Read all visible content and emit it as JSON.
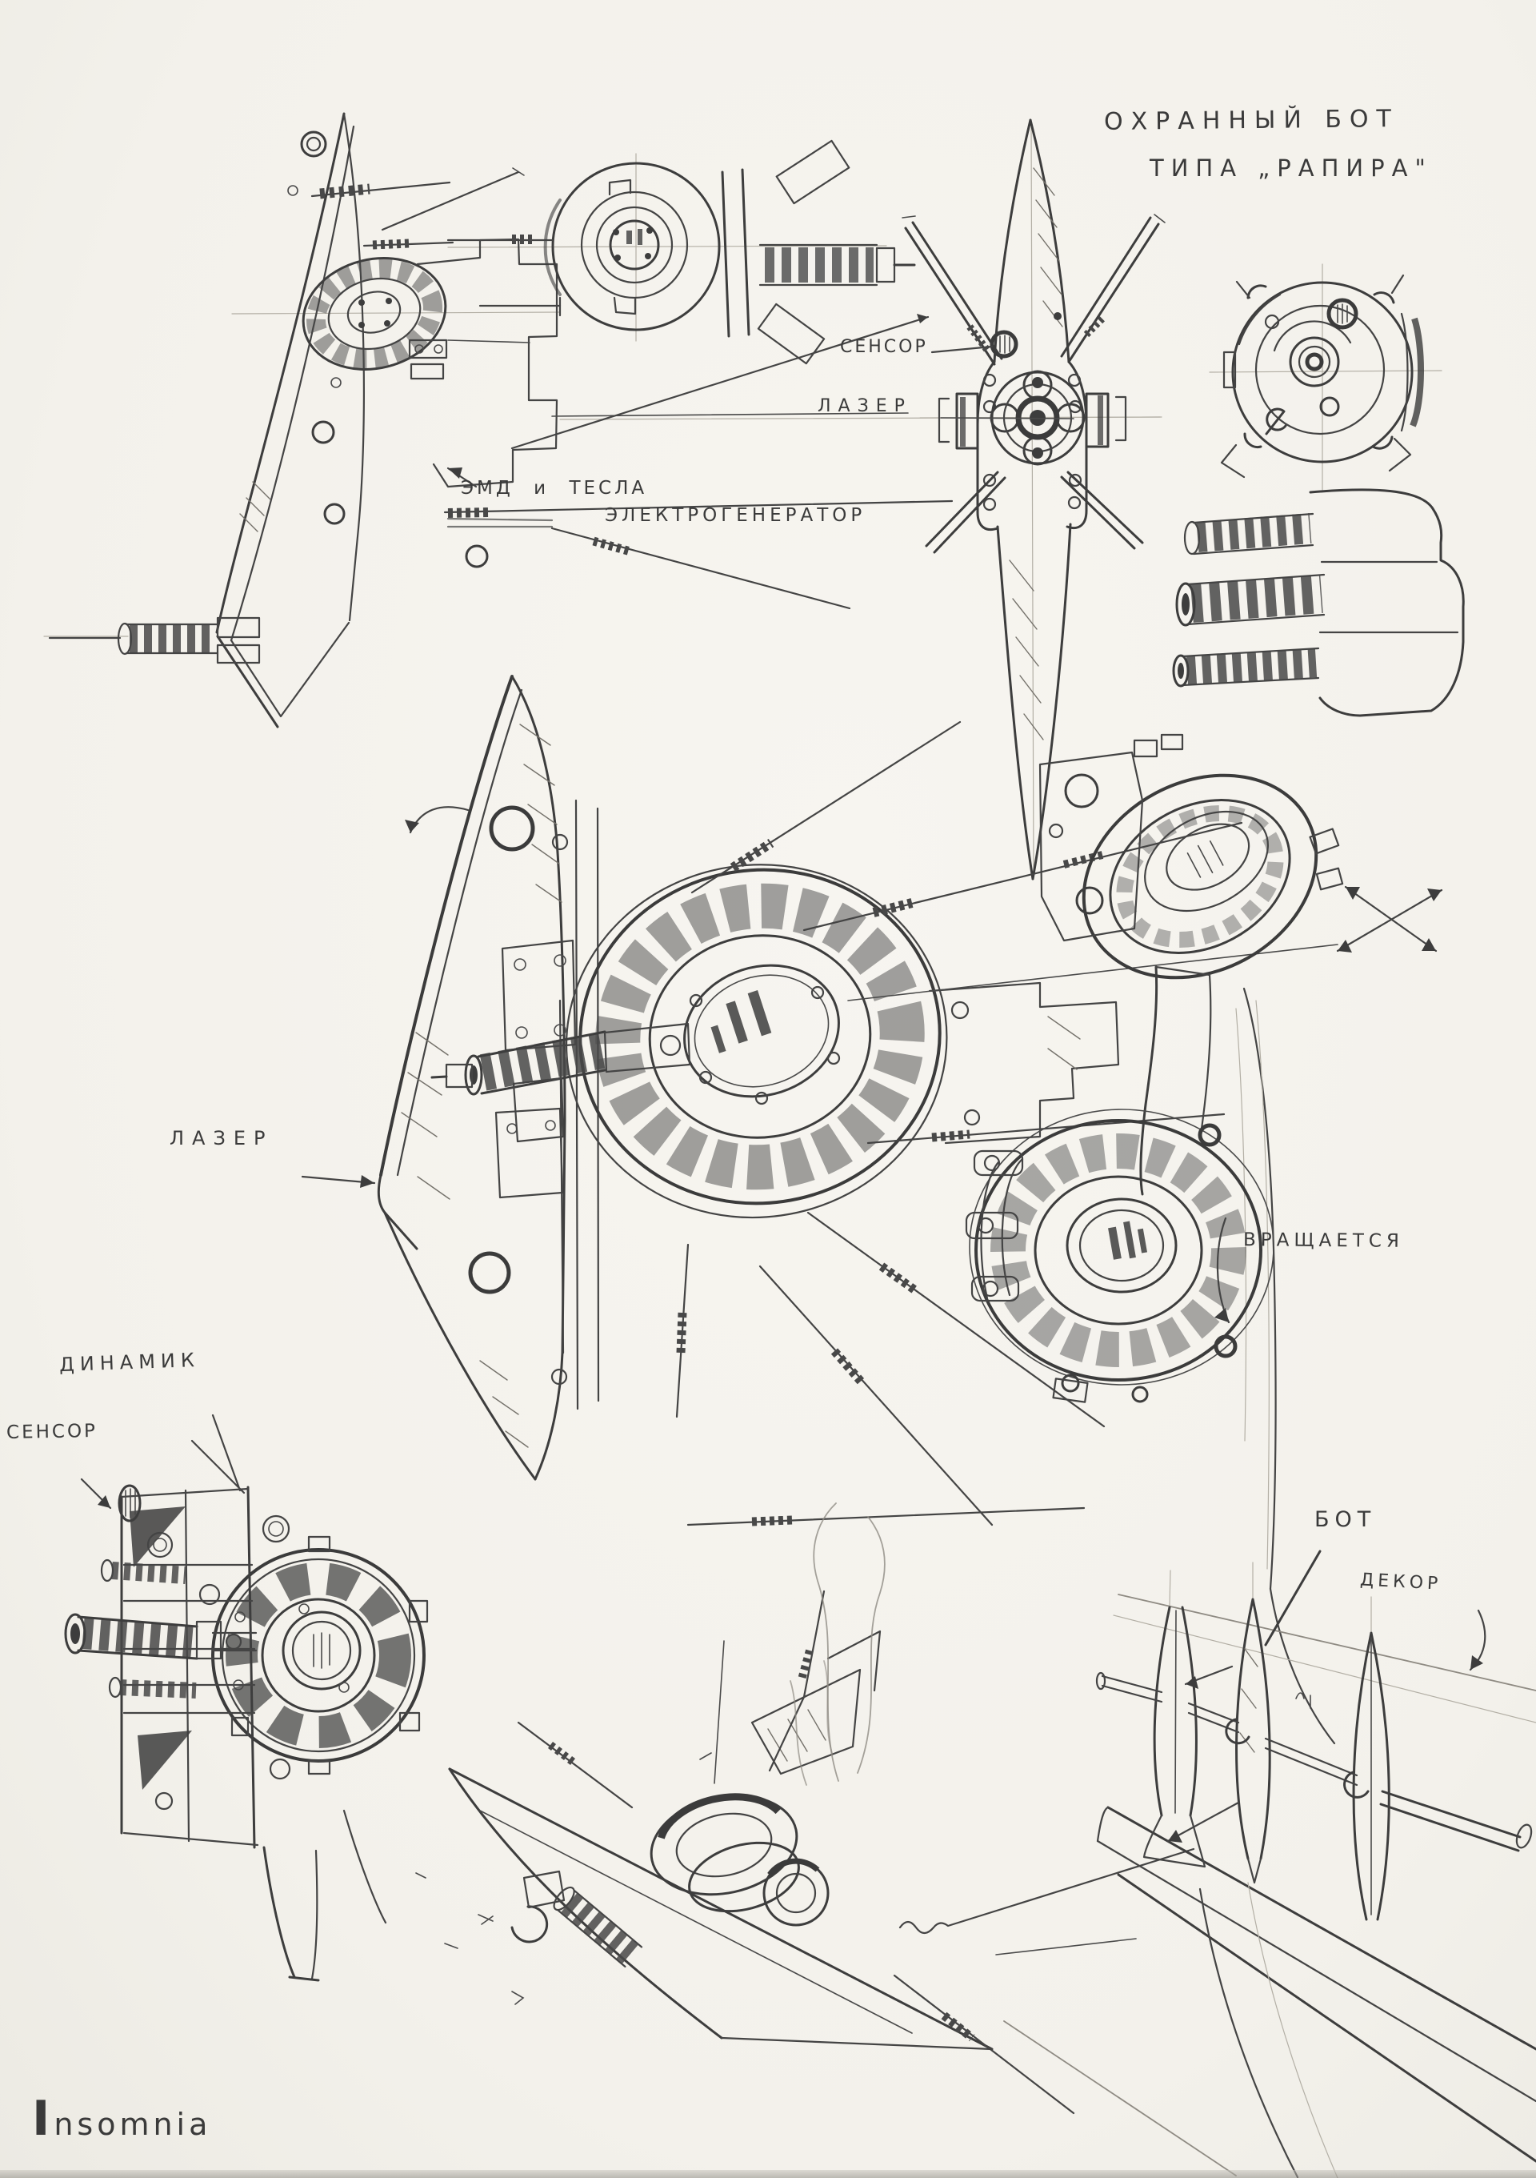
{
  "title": {
    "line1": "ОХРАННЫЙ БОТ",
    "line2": "ТИПА „РАПИРА\""
  },
  "labels": {
    "sensor_top": "СЕНСОР",
    "laser_front": "ЛАЗЕР",
    "emd_tesla": "ЭМД и ТЕСЛА",
    "electrogenerator": "ЭЛЕКТРОГЕНЕРАТОР",
    "laser_side": "ЛАЗЕР",
    "rotates": "ВРАЩАЕТСЯ",
    "dynamic": "ДИНАМИК",
    "sensor_left": "СЕНСОР",
    "bot": "БОТ",
    "decor": "ДЕКОР"
  },
  "signature": "Insomnia",
  "colors": {
    "paper": "#f5f3ee",
    "ink": "#3d3d3d",
    "pencil_light": "#8f8b83"
  }
}
